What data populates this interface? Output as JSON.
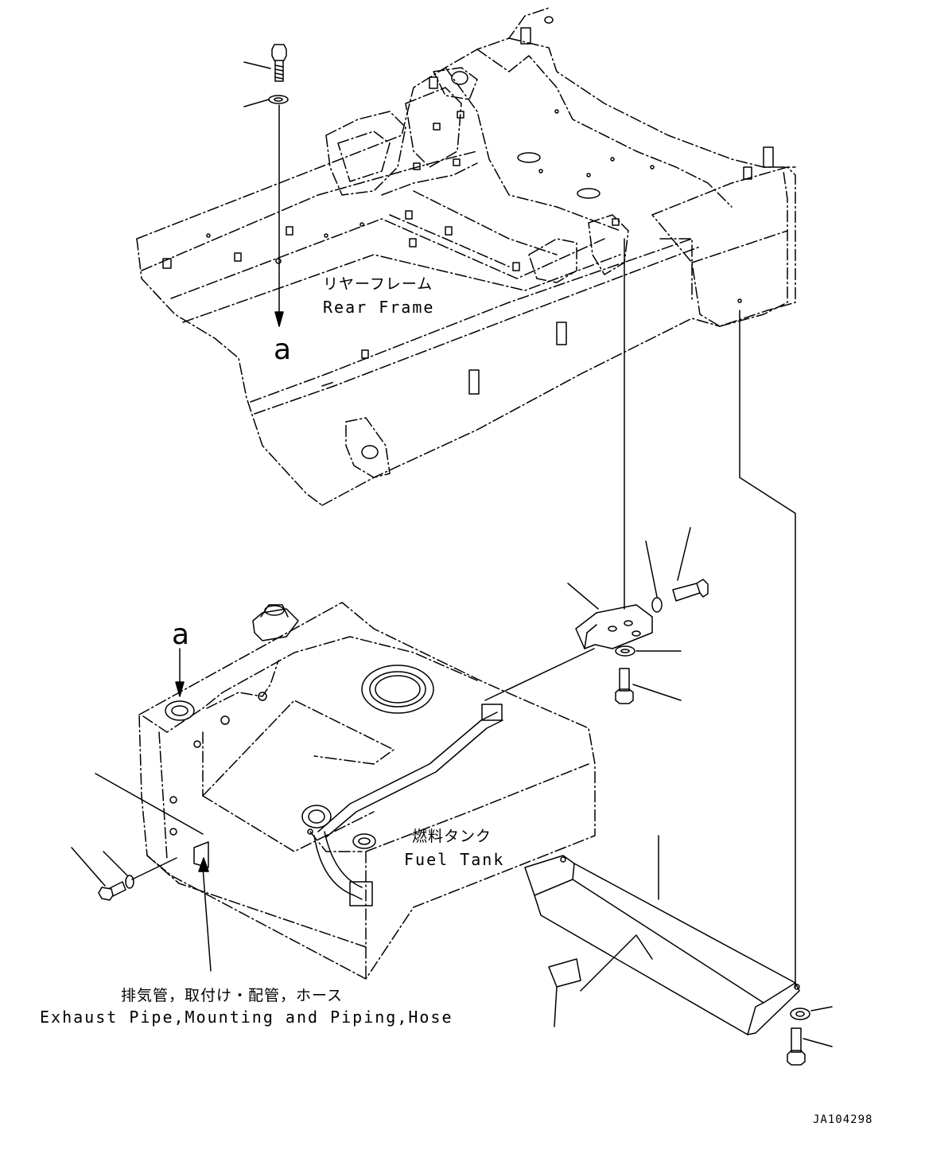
{
  "labels": {
    "rear_frame_jp": "リヤーフレーム",
    "rear_frame_en": "Rear Frame",
    "fuel_tank_jp": "燃料タンク",
    "fuel_tank_en": "Fuel Tank",
    "exhaust_jp": "排気管，取付け・配管，ホース",
    "exhaust_en": "Exhaust Pipe,Mounting and Piping,Hose",
    "ref_a_top": "a",
    "ref_a_bottom": "a",
    "drawing_code": "JA104298"
  }
}
